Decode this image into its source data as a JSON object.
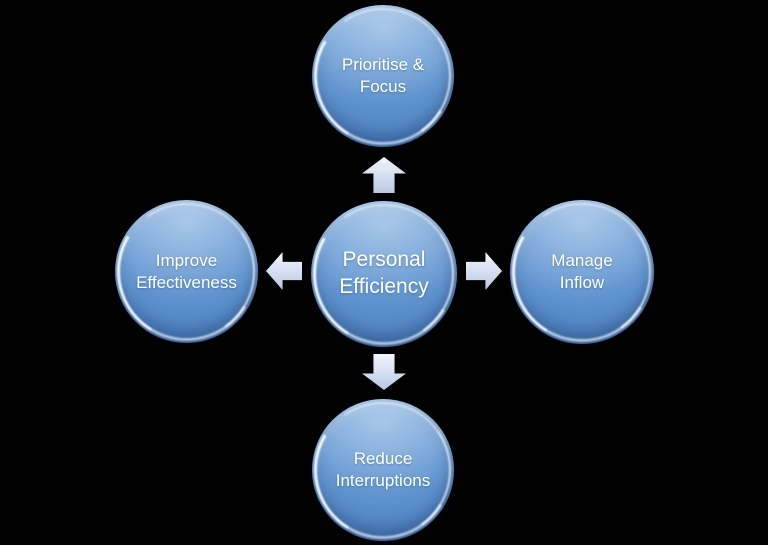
{
  "diagram": {
    "type": "radial-diverging",
    "background_color": "#000000",
    "center_node": {
      "label": "Personal Efficiency"
    },
    "outer_nodes": [
      {
        "position": "top",
        "label": "Prioritise & Focus"
      },
      {
        "position": "left",
        "label": "Improve Effectiveness"
      },
      {
        "position": "right",
        "label": "Manage Inflow"
      },
      {
        "position": "bottom",
        "label": "Reduce Interruptions"
      }
    ],
    "arrows": [
      {
        "direction": "up"
      },
      {
        "direction": "left"
      },
      {
        "direction": "right"
      },
      {
        "direction": "down"
      }
    ],
    "colors": {
      "node_fill_light": "#8cb6e4",
      "node_fill_dark": "#5187c6",
      "node_text": "#ffffff",
      "arrow_fill_light": "#f2f6fc",
      "arrow_fill_dark": "#b9c8e2"
    }
  }
}
